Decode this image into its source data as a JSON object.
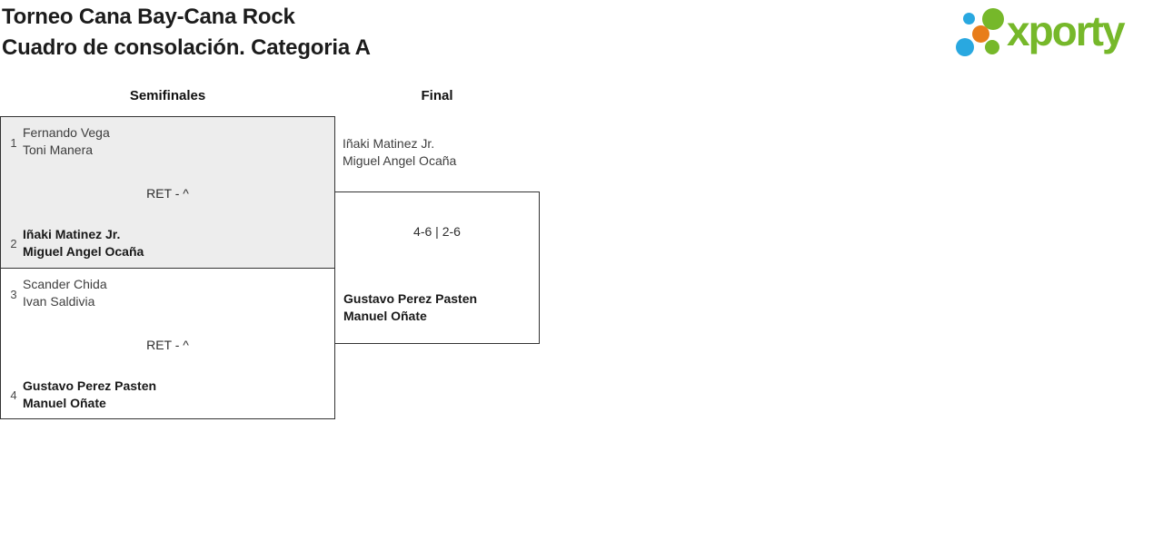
{
  "header": {
    "title_line1": "Torneo Cana Bay-Cana Rock",
    "title_line2": "Cuadro de consolación. Categoria A"
  },
  "logo": {
    "text": "xporty",
    "colors": {
      "green": "#76b82a",
      "blue": "#29a8e0",
      "orange": "#e87d1a"
    }
  },
  "styles": {
    "finished_match_bg": "#ededed",
    "box_border": "#333333"
  },
  "bracket": {
    "rounds": [
      {
        "label": "Semifinales"
      },
      {
        "label": "Final"
      }
    ],
    "matches": {
      "semifinal1": {
        "team1": {
          "seed": "1",
          "players": [
            "Fernando Vega",
            "Toni Manera"
          ],
          "winner": false
        },
        "score": "RET - ^",
        "team2": {
          "seed": "2",
          "players": [
            "Iñaki Matinez Jr.",
            "Miguel Angel Ocaña"
          ],
          "winner": true
        }
      },
      "semifinal2": {
        "team1": {
          "seed": "3",
          "players": [
            "Scander Chida",
            "Ivan Saldivia"
          ],
          "winner": false
        },
        "score": "RET - ^",
        "team2": {
          "seed": "4",
          "players": [
            "Gustavo Perez Pasten",
            "Manuel Oñate"
          ],
          "winner": true
        }
      },
      "final": {
        "team1": {
          "players": [
            "Iñaki Matinez Jr.",
            "Miguel Angel Ocaña"
          ],
          "winner": false
        },
        "score": "4-6 | 2-6",
        "team2": {
          "players": [
            "Gustavo Perez Pasten",
            "Manuel Oñate"
          ],
          "winner": true
        }
      }
    }
  }
}
